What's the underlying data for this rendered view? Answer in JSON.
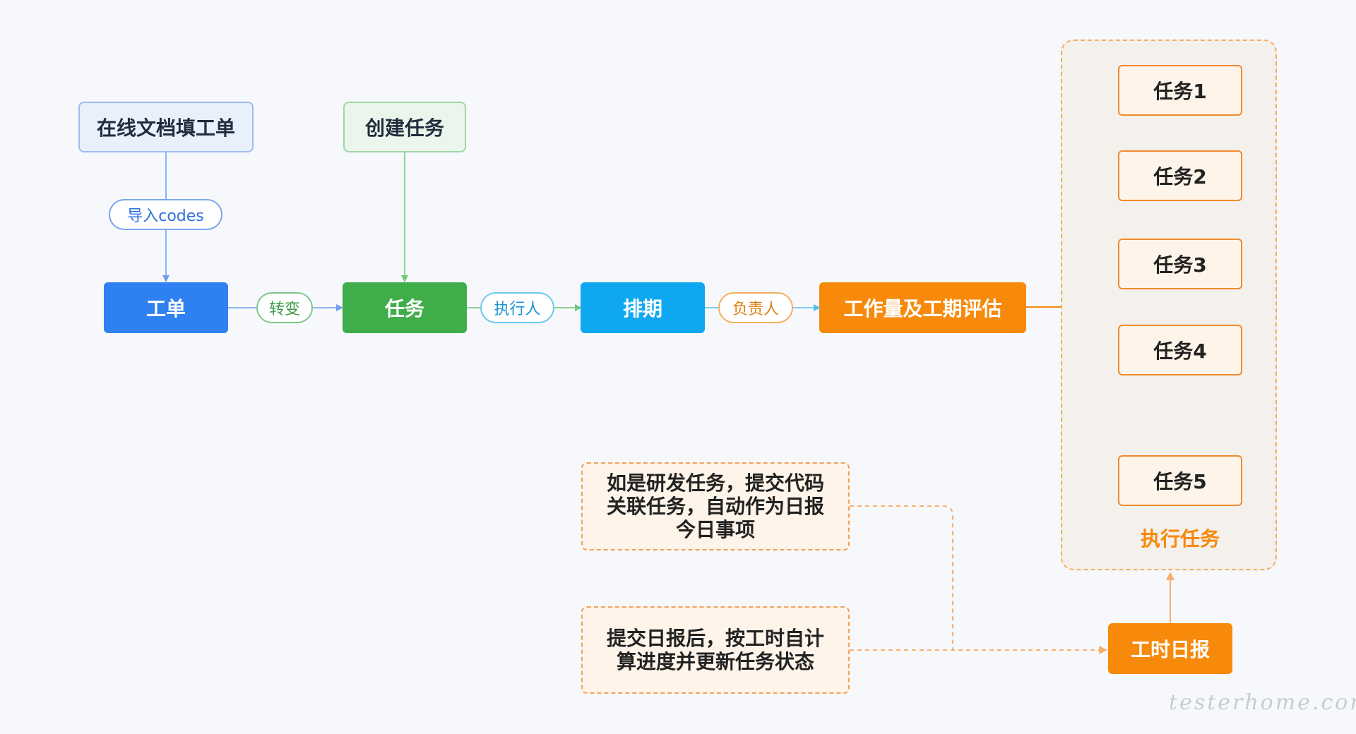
{
  "colors": {
    "blue": "#2f80f0",
    "green": "#3fae4a",
    "cyan": "#0fa8f0",
    "orange": "#f7890b",
    "light_blue_fill": "#e8f0fc",
    "light_green_fill": "#eaf6ec",
    "light_orange_fill": "#fff4ea"
  },
  "nodes": {
    "doc_form": "在线文档填工单",
    "create_task": "创建任务",
    "ticket": "工单",
    "task": "任务",
    "schedule": "排期",
    "estimate": "工作量及工期评估",
    "daily_report": "工时日报"
  },
  "labels": {
    "import_codes": "导入codes",
    "transform": "转变",
    "executor": "执行人",
    "owner": "负责人"
  },
  "execute_group": {
    "title": "执行任务",
    "tasks": [
      "任务1",
      "任务2",
      "任务3",
      "任务4",
      "任务5"
    ]
  },
  "notes": {
    "dev_task": [
      "如是研发任务，提交代码",
      "关联任务，自动作为日报",
      "今日事项"
    ],
    "after_report": [
      "提交日报后，按工时自计",
      "算进度并更新任务状态"
    ]
  },
  "watermark": "testerhome.com"
}
